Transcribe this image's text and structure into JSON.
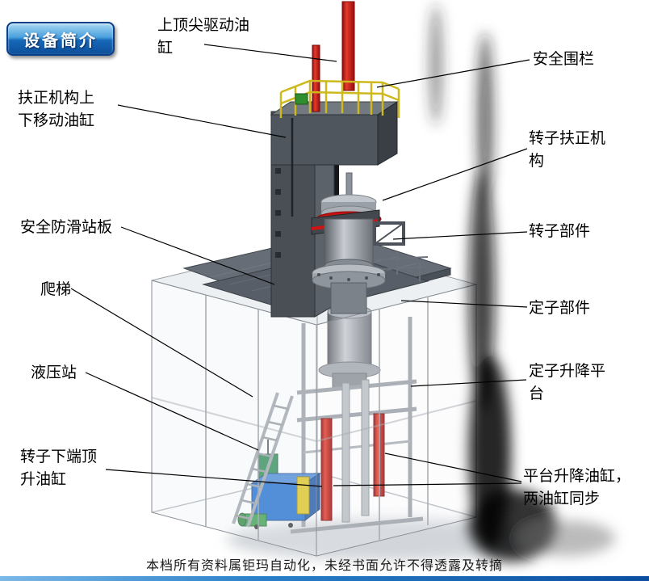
{
  "badge": {
    "label": "设备简介"
  },
  "callouts": {
    "top_drive_cylinder": "上顶尖驱动油缸",
    "safety_fence": "安全围栏",
    "centering_move_cylinder": "扶正机构上下移动油缸",
    "rotor_centering_mechanism": "转子扶正机构",
    "antislip_platform": "安全防滑站板",
    "rotor_component": "转子部件",
    "ladder": "爬梯",
    "stator_component": "定子部件",
    "hydraulic_station": "液压站",
    "stator_lift_platform": "定子升降平台",
    "rotor_bottom_jack_cylinder": "转子下端顶升油缸",
    "platform_lift_cylinders": "平台升降油缸，两油缸同步"
  },
  "footer": {
    "text": "本档所有资料属钜玛自动化，未经书面允许不得透露及转摘"
  },
  "colors": {
    "cylinder_red": "#c81111",
    "railing_yellow": "#cdb91c",
    "hydraulic_blue": "#1f6fd0",
    "badge_blue": "#1668b8"
  }
}
